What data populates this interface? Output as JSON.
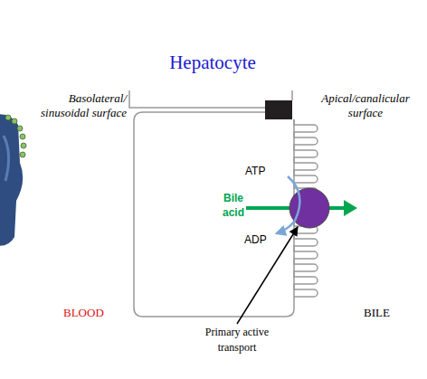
{
  "diagram": {
    "title": "Hepatocyte",
    "labels": [
      "Basolateral/ sinusoidal surface",
      "Apical/canalicular surface",
      "ATP",
      "Bile acid",
      "ADP",
      "BLOOD",
      "BILE",
      "Primary active transport"
    ]
  }
}
